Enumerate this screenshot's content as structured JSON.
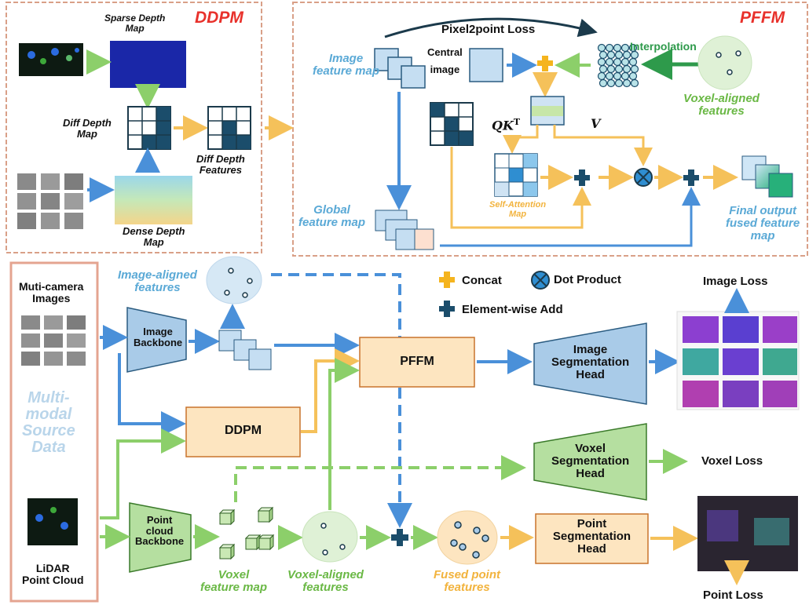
{
  "panels": {
    "ddpm_title": "DDPM",
    "pffm_title": "PFFM"
  },
  "ddpm": {
    "sparse_depth": "Sparse Depth\nMap",
    "diff_depth_map": "Diff Depth\nMap",
    "diff_depth_features": "Diff Depth\nFeatures",
    "dense_depth": "Dense Depth\nMap"
  },
  "pffm": {
    "pixel2point_loss": "Pixel2point Loss",
    "image_feature_map": "Image\nfeature map",
    "central_image": "Central\nimage",
    "interpolation": "Interpolation",
    "voxel_aligned_features": "Voxel-aligned\nfeatures",
    "qk": "QK",
    "qk_sup": "T",
    "v": "V",
    "self_attention_map": "Self-Attention\nMap",
    "global_feature_map": "Global\nfeature map",
    "final_output": "Final output\nfused feature\nmap"
  },
  "legend": {
    "concat": "Concat",
    "dot_product": "Dot Product",
    "element_wise_add": "Element-wise Add"
  },
  "pipeline": {
    "multi_camera_images": "Muti-camera\nImages",
    "multimodal_source": "Multi-\nmodal\nSource\nData",
    "lidar": "LiDAR\nPoint Cloud",
    "image_aligned_features": "Image-aligned\nfeatures",
    "image_backbone": "Image\nBackbone",
    "ddpm": "DDPM",
    "pffm": "PFFM",
    "point_cloud_backbone": "Point\ncloud\nBackbone",
    "voxel_feature_map": "Voxel\nfeature map",
    "voxel_aligned_features": "Voxel-aligned\nfeatures",
    "fused_point_features": "Fused point\nfeatures",
    "image_seg_head": "Image\nSegmentation\nHead",
    "voxel_seg_head": "Voxel\nSegmentation\nHead",
    "point_seg_head": "Point\nSegmentation\nHead",
    "image_loss": "Image Loss",
    "voxel_loss": "Voxel Loss",
    "point_loss": "Point Loss"
  },
  "colors": {
    "blue_arrow": "#4a90d9",
    "green_arrow": "#8ccf6a",
    "orange_arrow": "#f5c15a",
    "blue_fill": "#a9cbe8",
    "orange_fill": "#fde5c0",
    "green_fill": "#b5dfa0",
    "dark_teal": "#1b4d6b",
    "panel_border": "#d9a088",
    "red_title": "#e8312b"
  }
}
